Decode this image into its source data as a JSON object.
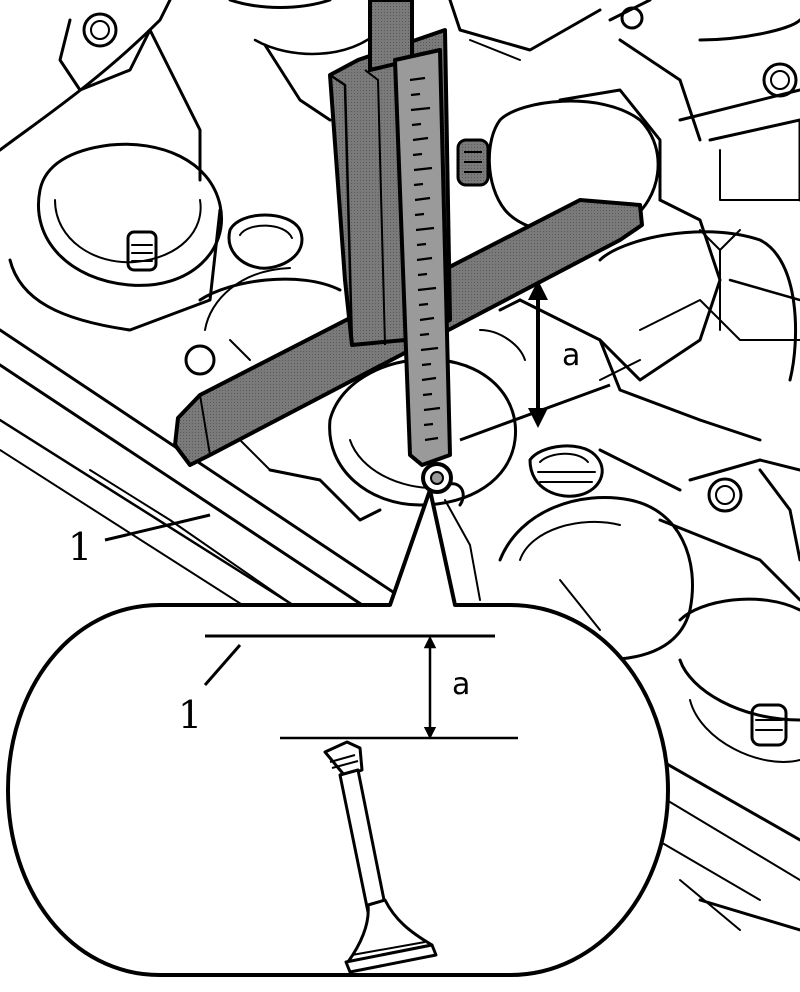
{
  "labels": {
    "main_part_ref": "1",
    "main_dimension": "a",
    "detail_part_ref": "1",
    "detail_dimension": "a"
  },
  "colors": {
    "line": "#000000",
    "gauge_fill": "#707070",
    "gauge_stem": "#8a8a8a",
    "background": "#ffffff"
  },
  "icons": {
    "gauge": "depth-gauge-icon",
    "valve": "valve-icon",
    "dimension_arrow": "double-arrow-icon"
  }
}
